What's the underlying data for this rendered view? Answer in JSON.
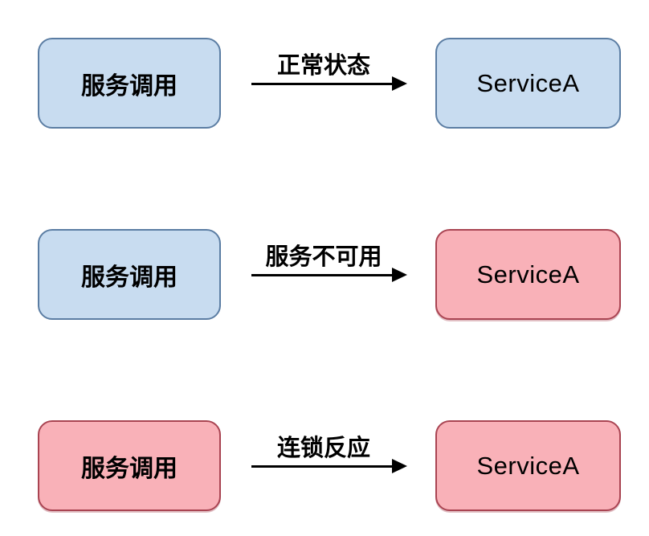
{
  "diagram": {
    "title": "service-failure-cascade-diagram",
    "colors": {
      "background": "#ffffff",
      "text": "#000000",
      "line": "#000000",
      "blue_fill": "#c8dcf0",
      "blue_border": "#5b7da3",
      "red_fill": "#f9b1b8",
      "red_border": "#a94452"
    },
    "rows": [
      {
        "left": {
          "label": "服务调用",
          "variant": "blue"
        },
        "arrow_label": "正常状态",
        "right": {
          "label": "ServiceA",
          "variant": "blue"
        }
      },
      {
        "left": {
          "label": "服务调用",
          "variant": "blue"
        },
        "arrow_label": "服务不可用",
        "right": {
          "label": "ServiceA",
          "variant": "red"
        }
      },
      {
        "left": {
          "label": "服务调用",
          "variant": "red"
        },
        "arrow_label": "连锁反应",
        "right": {
          "label": "ServiceA",
          "variant": "red"
        }
      }
    ]
  }
}
